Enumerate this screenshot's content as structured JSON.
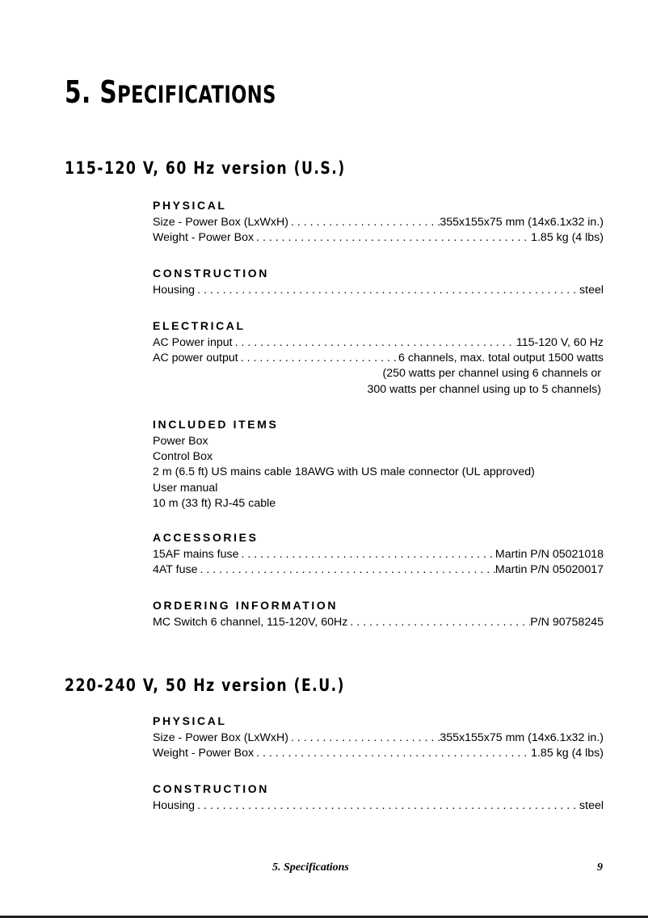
{
  "page": {
    "title_number": "5. ",
    "title_first_letter": "S",
    "title_rest": "PECIFICATIONS",
    "footer_title": "5. Specifications",
    "page_number": "9"
  },
  "us_version": {
    "heading": "115-120 V, 60 Hz version (U.S.)",
    "physical": {
      "heading": "PHYSICAL",
      "rows": [
        {
          "label": "Size - Power Box (LxWxH)",
          "value": "355x155x75 mm (14x6.1x32 in.)"
        },
        {
          "label": "Weight - Power Box",
          "value": "1.85 kg (4 lbs)"
        }
      ]
    },
    "construction": {
      "heading": "CONSTRUCTION",
      "rows": [
        {
          "label": "Housing",
          "value": "steel"
        }
      ]
    },
    "electrical": {
      "heading": "ELECTRICAL",
      "rows": [
        {
          "label": "AC Power input",
          "value": "115-120 V, 60 Hz"
        },
        {
          "label": "AC power output",
          "value": "6 channels, max. total output 1500 watts"
        }
      ],
      "continuation": [
        "(250 watts per channel using 6 channels or",
        "300 watts per channel using up to 5 channels)"
      ]
    },
    "included_items": {
      "heading": "INCLUDED ITEMS",
      "items": [
        "Power Box",
        "Control Box",
        "2 m (6.5 ft) US mains cable 18AWG with US male connector (UL approved)",
        "User manual",
        "10 m (33 ft) RJ-45 cable"
      ]
    },
    "accessories": {
      "heading": "ACCESSORIES",
      "rows": [
        {
          "label": "15AF mains fuse",
          "value": "Martin P/N 05021018"
        },
        {
          "label": "4AT fuse",
          "value": "Martin P/N 05020017"
        }
      ]
    },
    "ordering": {
      "heading": "ORDERING INFORMATION",
      "rows": [
        {
          "label": "MC Switch 6 channel, 115-120V, 60Hz",
          "value": "P/N 90758245"
        }
      ]
    }
  },
  "eu_version": {
    "heading": "220-240 V, 50 Hz version (E.U.)",
    "physical": {
      "heading": "PHYSICAL",
      "rows": [
        {
          "label": "Size - Power Box (LxWxH)",
          "value": "355x155x75 mm (14x6.1x32 in.)"
        },
        {
          "label": "Weight - Power Box",
          "value": "1.85 kg (4 lbs)"
        }
      ]
    },
    "construction": {
      "heading": "CONSTRUCTION",
      "rows": [
        {
          "label": "Housing",
          "value": "steel"
        }
      ]
    }
  }
}
